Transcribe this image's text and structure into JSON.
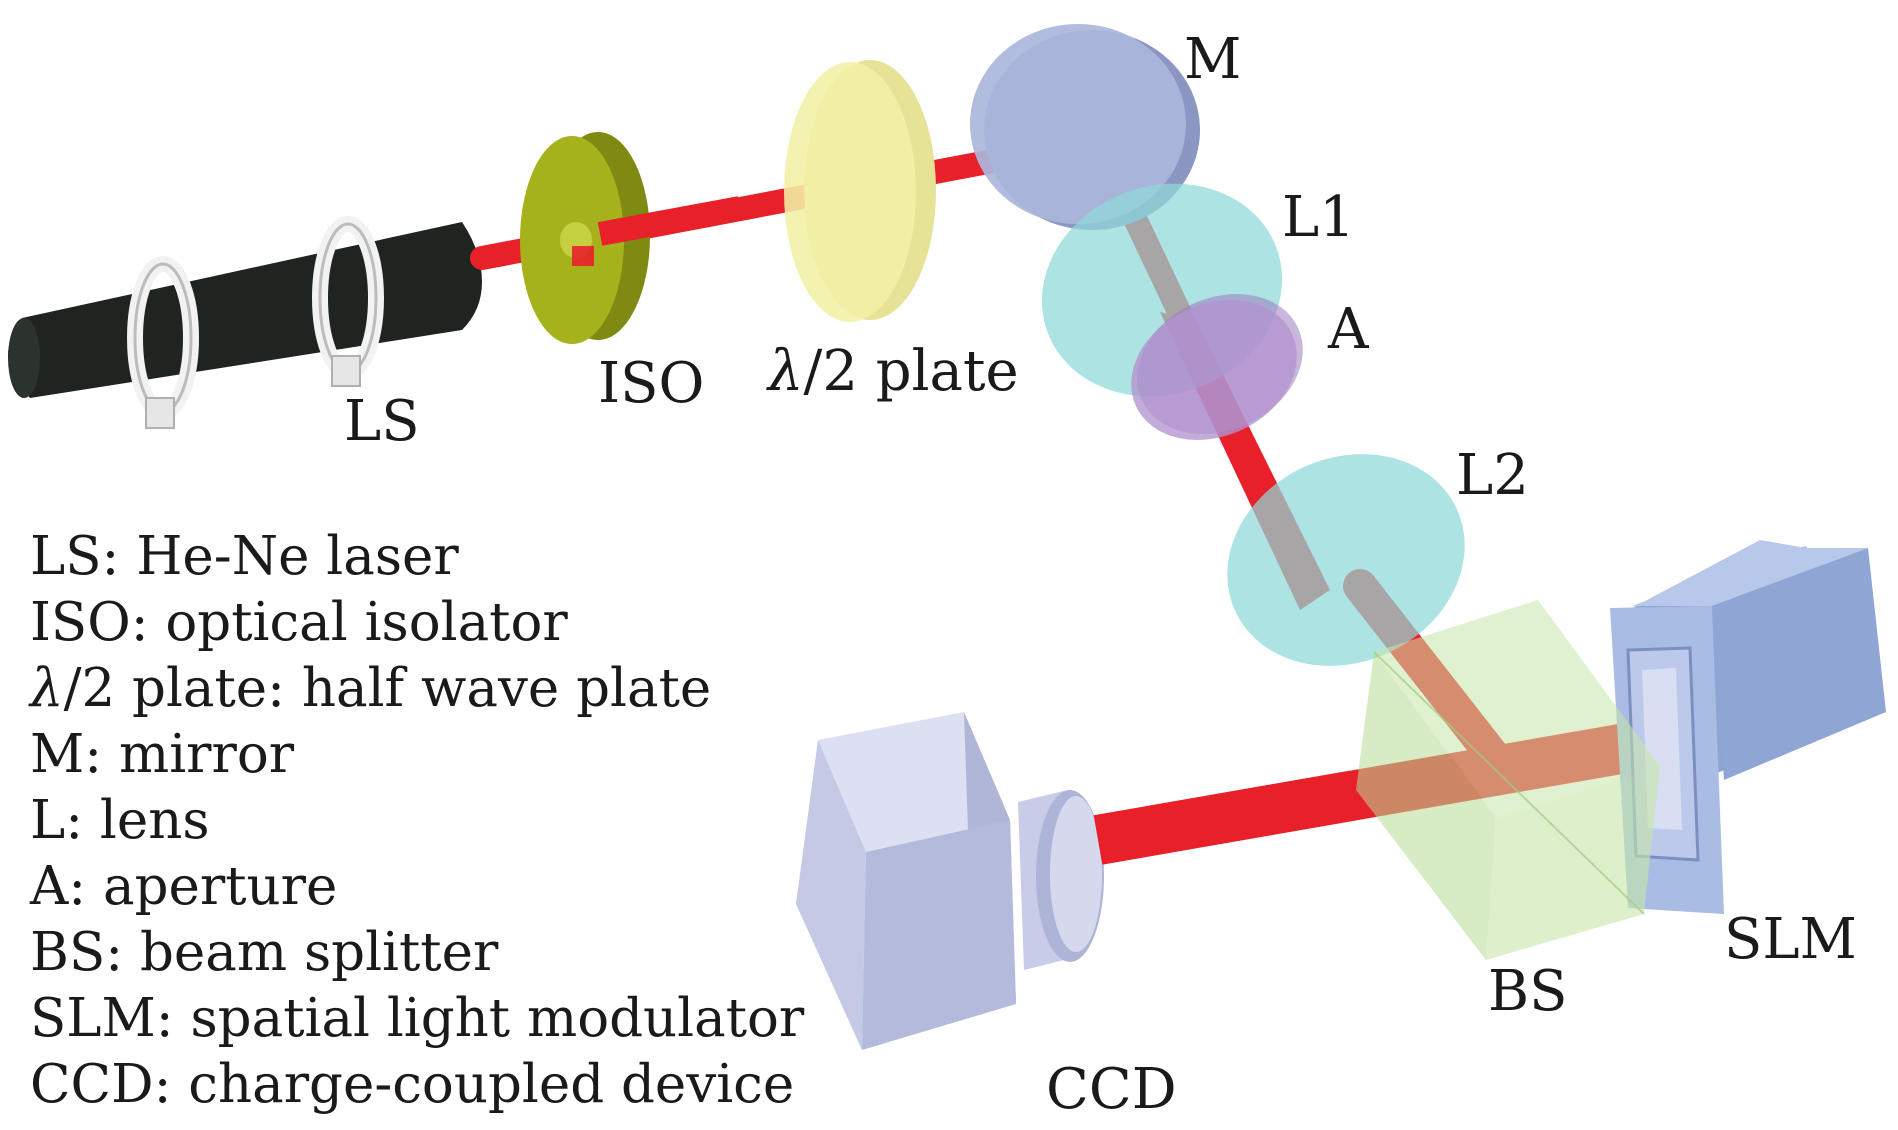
{
  "labels": {
    "ls": "LS",
    "iso": "ISO",
    "half_wave_symbol": "λ",
    "half_wave_rest": "/2 plate",
    "mirror": "M",
    "lens1": "L1",
    "aperture": "A",
    "lens2": "L2",
    "bs": "BS",
    "slm": "SLM",
    "ccd": "CCD"
  },
  "legend": [
    {
      "symbol": "",
      "text": "LS: He-Ne laser"
    },
    {
      "symbol": "",
      "text": "ISO: optical isolator"
    },
    {
      "symbol": "λ",
      "text": "/2 plate: half wave plate"
    },
    {
      "symbol": "",
      "text": "M: mirror"
    },
    {
      "symbol": "",
      "text": "L: lens"
    },
    {
      "symbol": "",
      "text": "A: aperture"
    },
    {
      "symbol": "",
      "text": "BS: beam splitter"
    },
    {
      "symbol": "",
      "text": "SLM: spatial light modulator"
    },
    {
      "symbol": "",
      "text": "CCD: charge-coupled device"
    }
  ],
  "colors": {
    "beam": "#e8202a",
    "laser_body": "#1f2420",
    "isolator": "#a6b21c",
    "half_wave_plate": "#f2f0a6",
    "mirror": "#aab6dc",
    "lens": "#8fd8d8",
    "aperture": "#b294cf",
    "beam_splitter": "#c6e6a8",
    "slm": "#9fb4dd",
    "ccd": "#c4c9e6"
  }
}
